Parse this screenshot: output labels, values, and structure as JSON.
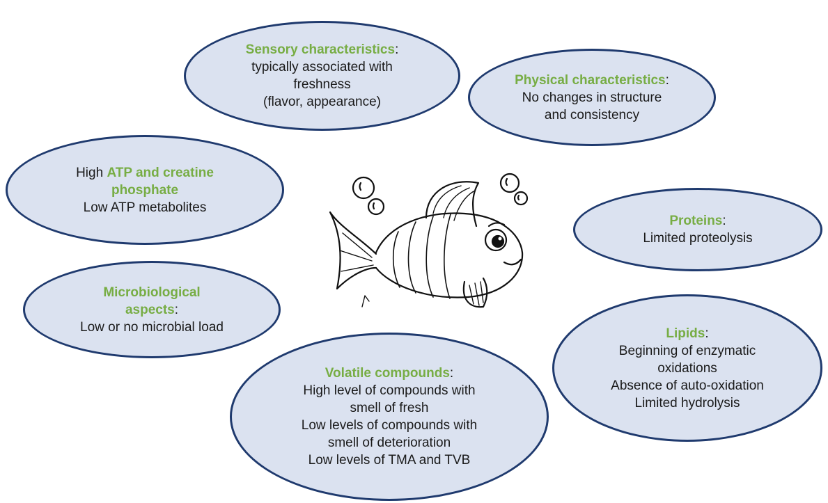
{
  "colors": {
    "accent": "#77ad44",
    "bubble_fill": "#dbe2f0",
    "bubble_border": "#1f3a6e"
  },
  "bubbles": {
    "sensory": {
      "title": "Sensory characteristics",
      "suffix": ":",
      "lines": [
        "typically associated with",
        "freshness",
        "(flavor, appearance)"
      ]
    },
    "physical": {
      "title": "Physical characteristics",
      "suffix": ":",
      "lines": [
        "No changes in structure",
        "and consistency"
      ]
    },
    "atp": {
      "prefix": "High ",
      "highlight_1": "ATP and creatine",
      "highlight_2": "phosphate",
      "line": "Low ATP metabolites"
    },
    "proteins": {
      "title": "Proteins",
      "suffix": ":",
      "lines": [
        "Limited proteolysis"
      ]
    },
    "micro": {
      "title_1": "Microbiological",
      "title_2": "aspects",
      "suffix": ":",
      "lines": [
        "Low or no microbial load"
      ]
    },
    "lipids": {
      "title": "Lipids",
      "suffix": ":",
      "lines": [
        "Beginning of enzymatic",
        "oxidations",
        "Absence of auto-oxidation",
        "Limited hydrolysis"
      ]
    },
    "volatile": {
      "title": "Volatile compounds",
      "suffix": ":",
      "lines": [
        "High level of compounds with",
        "smell of fresh",
        "Low levels of compounds with",
        "smell of deterioration",
        "Low levels of TMA and TVB"
      ]
    }
  },
  "illustration": {
    "icon": "fish-icon"
  }
}
